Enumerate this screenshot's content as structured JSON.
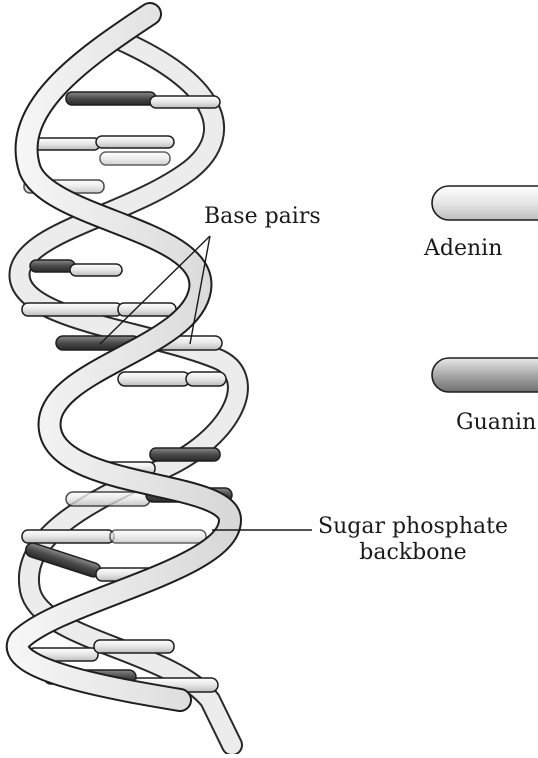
{
  "labels": {
    "base_pairs": "Base pairs",
    "adenine": "Adenin",
    "guanine": "Guanin",
    "sugar_line1": "Sugar phosphate",
    "sugar_line2": "backbone"
  },
  "colors": {
    "ribbon_fill": "#ececec",
    "ribbon_stroke": "#1e1e1e",
    "adenine_fill": "#f3f3f3",
    "guanine_fill": "#9a9a9a",
    "dark_base": "#4a4a4a",
    "light_base": "#dcdcdc"
  }
}
